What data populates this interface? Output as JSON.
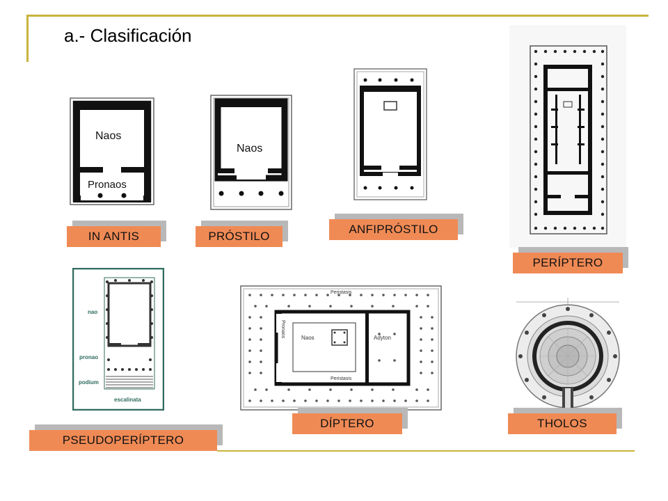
{
  "slide": {
    "title": "a.- Clasificación"
  },
  "plans": {
    "in_antis": {
      "label": "IN ANTIS",
      "naos": "Naos",
      "pronaos": "Pronaos"
    },
    "prostilo": {
      "label": "PRÓSTILO",
      "naos": "Naos"
    },
    "anfiprostilo": {
      "label": "ANFIPRÓSTILO"
    },
    "periptero": {
      "label": "PERÍPTERO"
    },
    "pseudoperiptero": {
      "label": "PSEUDOPERÍPTERO",
      "nao": "nao",
      "pronao": "pronao",
      "podium": "podium",
      "escalinata": "escalinata"
    },
    "diptero": {
      "label": "DÍPTERO",
      "peristasis_top": "Peristasis",
      "peristasis_bottom": "Peristasis",
      "pronaos": "Pronaos",
      "naos": "Naos",
      "adyton": "Adyton"
    },
    "tholos": {
      "label": "THOLOS"
    }
  },
  "colors": {
    "accent_rule": "#c8b43c",
    "label_fill": "#f08a55",
    "label_shadow": "#b8b8b8"
  }
}
